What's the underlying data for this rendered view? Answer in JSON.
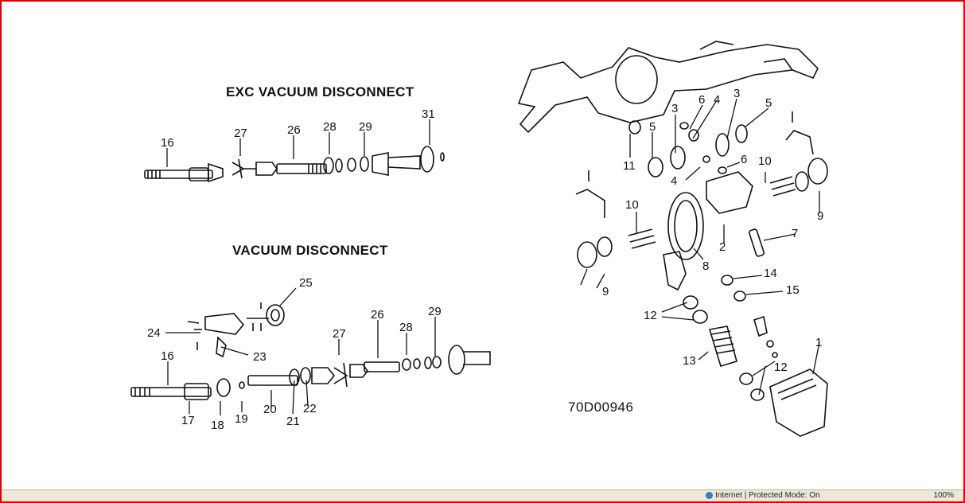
{
  "headings": {
    "exc": "EXC VACUUM DISCONNECT",
    "vac": "VACUUM DISCONNECT"
  },
  "figure_code": "70D00946",
  "callouts": {
    "exc": [
      "16",
      "27",
      "26",
      "28",
      "29",
      "31"
    ],
    "vac": [
      "25",
      "24",
      "23",
      "16",
      "27",
      "26",
      "28",
      "29",
      "17",
      "18",
      "19",
      "20",
      "21",
      "22"
    ],
    "axle": [
      "3",
      "6",
      "4",
      "3",
      "5",
      "5",
      "11",
      "6",
      "4",
      "10",
      "9",
      "10",
      "9",
      "7",
      "2",
      "8",
      "14",
      "15",
      "12",
      "13",
      "12",
      "1"
    ]
  },
  "status": {
    "zone": "Internet | Protected Mode: On",
    "zoom": "100%"
  },
  "colors": {
    "frame": "#e00000",
    "ink": "#111111"
  }
}
